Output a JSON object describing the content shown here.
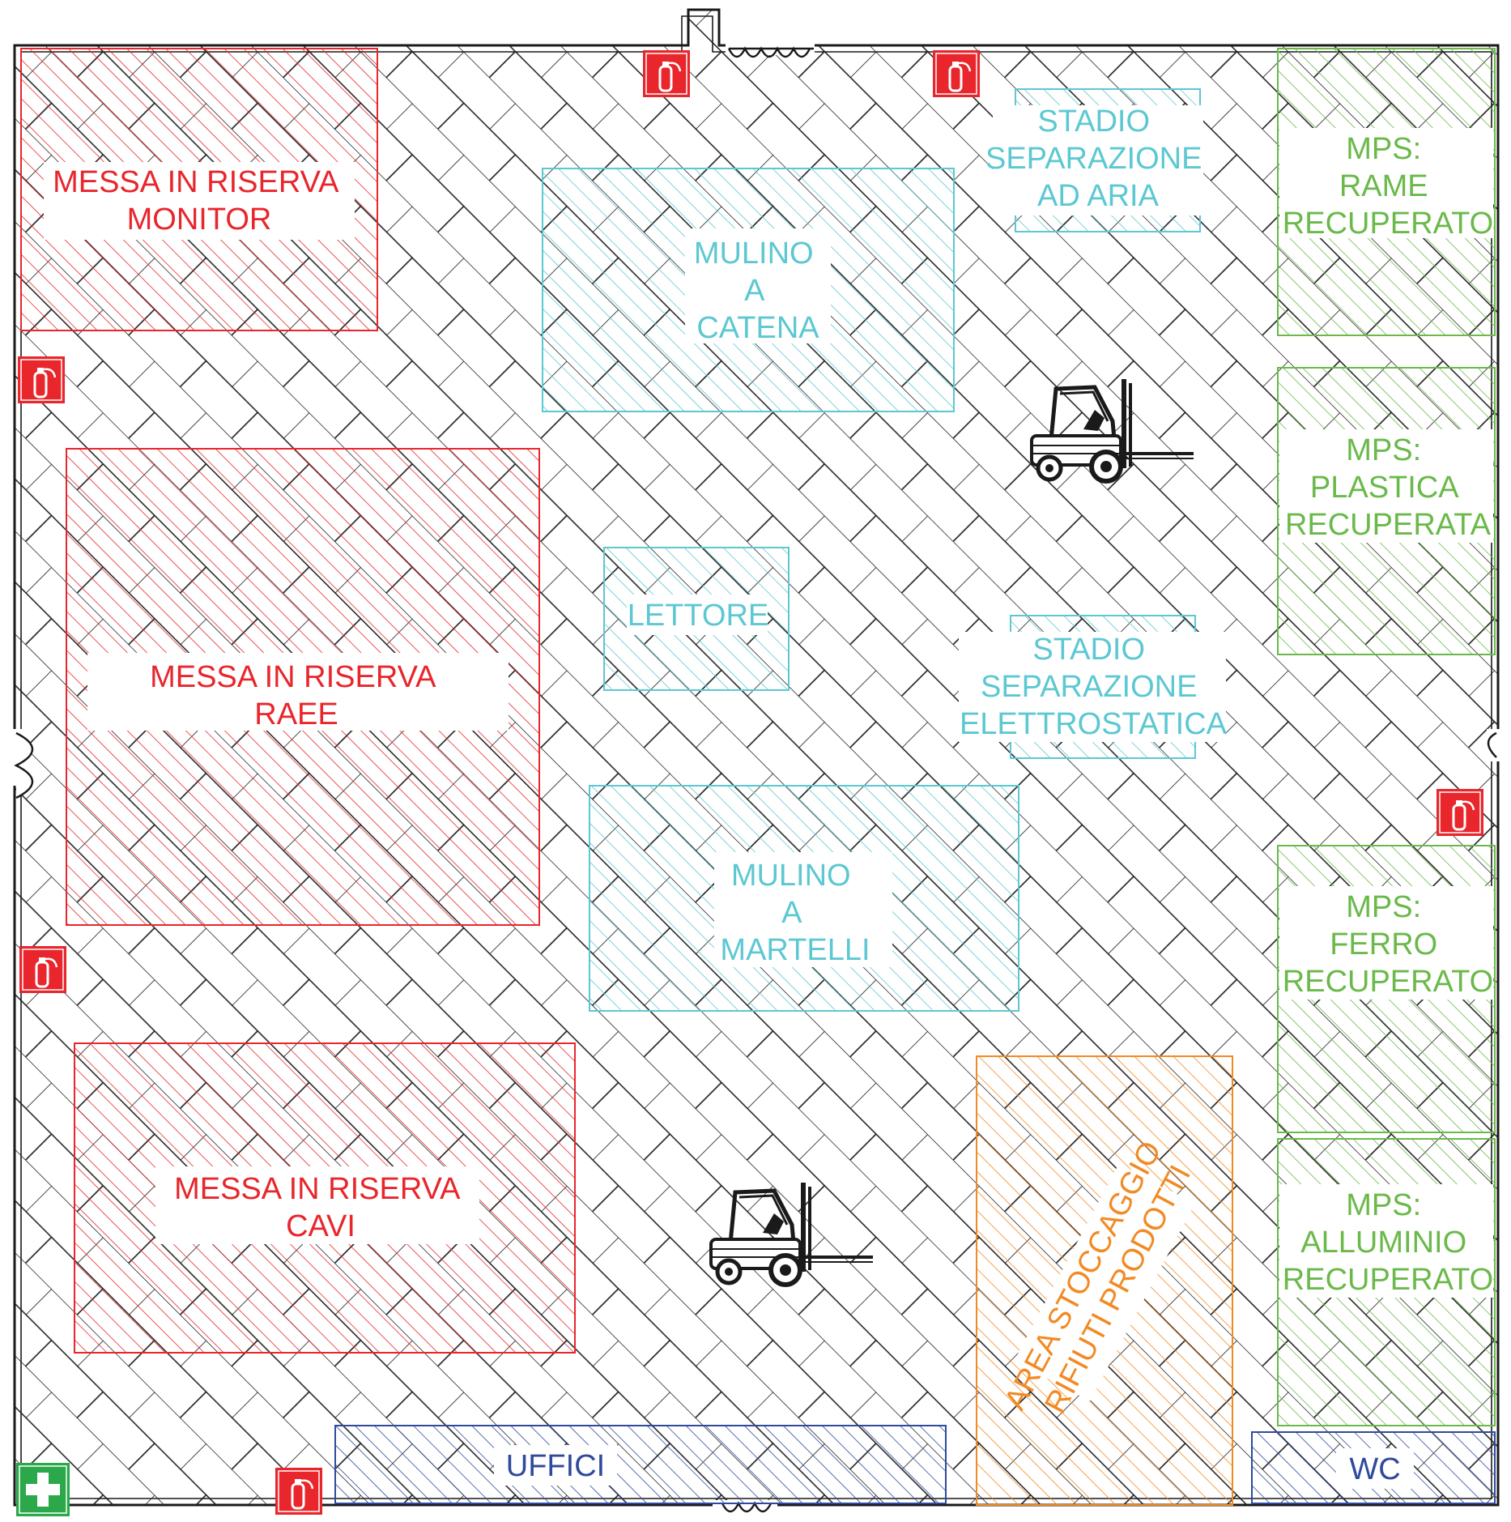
{
  "colors": {
    "storage": "#e8262c",
    "process": "#5cc8d2",
    "product": "#6ab94a",
    "waste": "#f28a24",
    "service": "#2f4a9c",
    "wall": "#1a1a1a",
    "extinguisher": "#e8262c",
    "first_aid": "#2aa84a"
  },
  "zones": {
    "monitor": {
      "lines": [
        "MESSA IN RISERVA",
        "MONITOR"
      ]
    },
    "raee": {
      "lines": [
        "MESSA IN RISERVA",
        "RAEE"
      ]
    },
    "cavi": {
      "lines": [
        "MESSA IN RISERVA",
        "CAVI"
      ]
    },
    "mulino_catena": {
      "lines": [
        "MULINO",
        "A",
        "CATENA"
      ]
    },
    "aria": {
      "lines": [
        "STADIO",
        "SEPARAZIONE",
        "AD ARIA"
      ]
    },
    "lettore": {
      "lines": [
        "LETTORE"
      ]
    },
    "elettrostatica": {
      "lines": [
        "STADIO",
        "SEPARAZIONE",
        "ELETTROSTATICA"
      ]
    },
    "mulino_martelli": {
      "lines": [
        "MULINO",
        "A",
        "MARTELLI"
      ]
    },
    "rame": {
      "lines": [
        "MPS:",
        "RAME",
        "RECUPERATO"
      ]
    },
    "plastica": {
      "lines": [
        "MPS:",
        "PLASTICA",
        "RECUPERATA"
      ]
    },
    "ferro": {
      "lines": [
        "MPS:",
        "FERRO",
        "RECUPERATO"
      ]
    },
    "alluminio": {
      "lines": [
        "MPS:",
        "ALLUMINIO",
        "RECUPERATO"
      ]
    },
    "stoccaggio": {
      "lines": [
        "AREA STOCCAGGIO",
        "RIFIUTI PRODOTTI"
      ]
    },
    "uffici": {
      "lines": [
        "UFFICI"
      ]
    },
    "wc": {
      "lines": [
        "WC"
      ]
    }
  },
  "icons": {
    "extinguisher": "fire-extinguisher-icon",
    "forklift": "forklift-icon",
    "first_aid": "first-aid-icon",
    "door": "door-icon"
  }
}
